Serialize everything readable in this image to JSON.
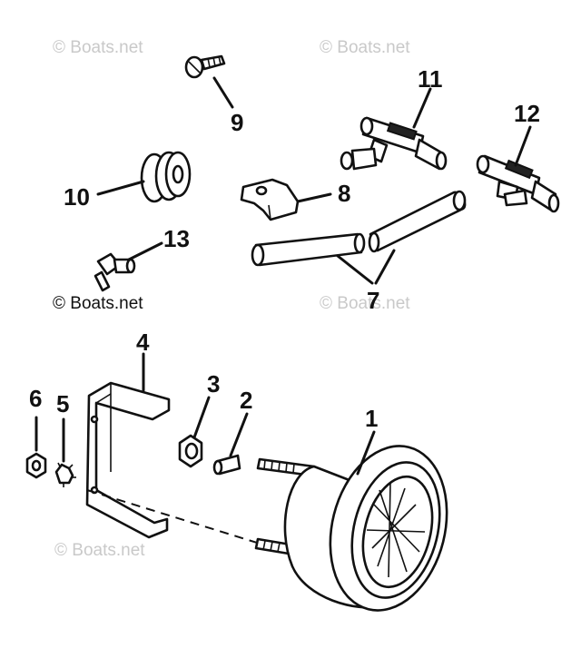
{
  "watermark": "© Boats.net",
  "callouts": {
    "c1": "1",
    "c2": "2",
    "c3": "3",
    "c4": "4",
    "c5": "5",
    "c6": "6",
    "c7": "7",
    "c8": "8",
    "c9": "9",
    "c10": "10",
    "c11": "11",
    "c12": "12",
    "c13": "13"
  },
  "colors": {
    "line": "#111111",
    "background": "#ffffff",
    "watermark": "#c9c9c9"
  }
}
